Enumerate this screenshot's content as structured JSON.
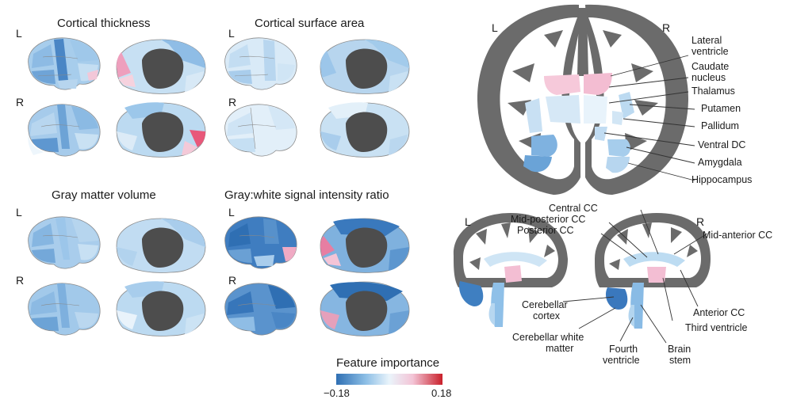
{
  "panels": {
    "thickness": {
      "title": "Cortical thickness"
    },
    "surface": {
      "title": "Cortical surface area"
    },
    "volume": {
      "title": "Gray matter volume"
    },
    "intensity": {
      "title": "Gray:white signal intensity ratio"
    }
  },
  "hemispheres": {
    "left": "L",
    "right": "R"
  },
  "coronal": {
    "labels": {
      "lateral_ventricle_1": "Lateral",
      "lateral_ventricle_2": "ventricle",
      "caudate_1": "Caudate",
      "caudate_2": "nucleus",
      "thalamus": "Thalamus",
      "putamen": "Putamen",
      "pallidum": "Pallidum",
      "ventral_dc": "Ventral DC",
      "amygdala": "Amygdala",
      "hippocampus": "Hippocampus"
    }
  },
  "sagittal": {
    "labels": {
      "central_cc": "Central CC",
      "mid_posterior_cc": "Mid-posterior CC",
      "posterior_cc": "Posterior CC",
      "mid_anterior_cc": "Mid-anterior CC",
      "anterior_cc": "Anterior CC",
      "third_ventricle": "Third ventricle",
      "cerebellar_cortex_1": "Cerebellar",
      "cerebellar_cortex_2": "cortex",
      "cerebellar_wm_1": "Cerebellar white",
      "cerebellar_wm_2": "matter",
      "fourth_ventricle_1": "Fourth",
      "fourth_ventricle_2": "ventricle",
      "brain_stem_1": "Brain",
      "brain_stem_2": "stem"
    }
  },
  "legend": {
    "title": "Feature importance",
    "min": "−0.18",
    "max": "0.18"
  },
  "colors": {
    "negative": "#2f6fb3",
    "neutral": "#eaf4fb",
    "positive": "#c9202a",
    "medial_wall": "#4d4d4d",
    "cortex_gray": "#6b6b6b"
  }
}
